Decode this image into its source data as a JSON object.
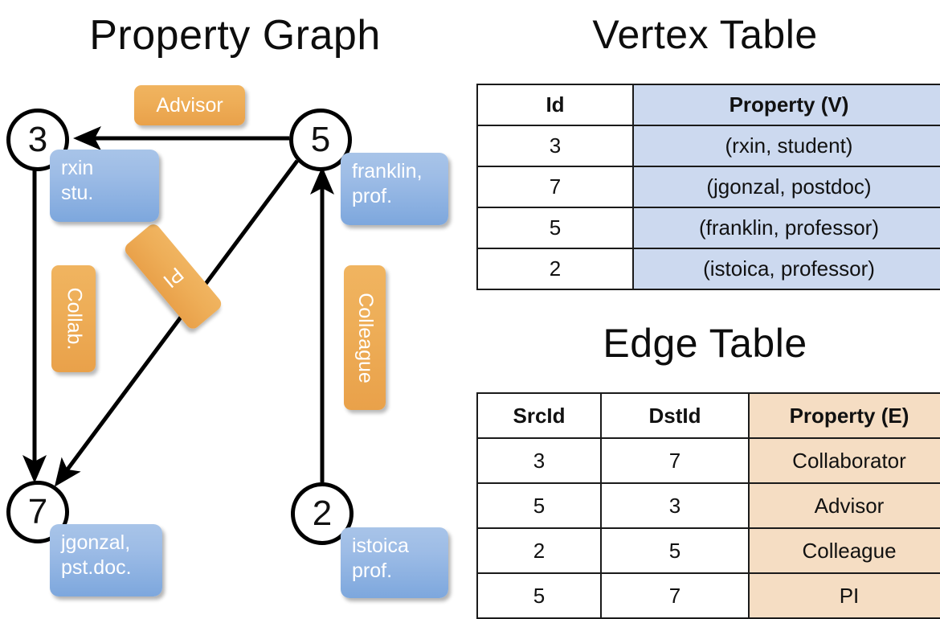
{
  "titles": {
    "property_graph": "Property Graph",
    "vertex_table": "Vertex Table",
    "edge_table": "Edge Table"
  },
  "graph": {
    "vertices": [
      {
        "id": "3",
        "property": "rxin\nstu."
      },
      {
        "id": "5",
        "property": "franklin,\nprof."
      },
      {
        "id": "7",
        "property": "jgonzal,\npst.doc."
      },
      {
        "id": "2",
        "property": "istoica\nprof."
      }
    ],
    "vertex_labels": {
      "v3_id": "3",
      "v5_id": "5",
      "v7_id": "7",
      "v2_id": "2",
      "v3_line1": "rxin",
      "v3_line2": "stu.",
      "v5_line1": "franklin,",
      "v5_line2": "prof.",
      "v7_line1": "jgonzal,",
      "v7_line2": "pst.doc.",
      "v2_line1": "istoica",
      "v2_line2": "prof."
    },
    "edge_labels": {
      "advisor": "Advisor",
      "collab": "Collab.",
      "pi": "PI",
      "colleague": "Colleague"
    },
    "edges": [
      {
        "from": "5",
        "to": "3",
        "label": "Advisor"
      },
      {
        "from": "3",
        "to": "7",
        "label": "Collab."
      },
      {
        "from": "5",
        "to": "7",
        "label": "PI"
      },
      {
        "from": "2",
        "to": "5",
        "label": "Colleague"
      }
    ]
  },
  "vertex_table": {
    "headers": [
      "Id",
      "Property (V)"
    ],
    "rows": [
      [
        "3",
        "(rxin, student)"
      ],
      [
        "7",
        "(jgonzal, postdoc)"
      ],
      [
        "5",
        "(franklin, professor)"
      ],
      [
        "2",
        "(istoica, professor)"
      ]
    ]
  },
  "edge_table": {
    "headers": [
      "SrcId",
      "DstId",
      "Property (E)"
    ],
    "rows": [
      [
        "3",
        "7",
        "Collaborator"
      ],
      [
        "5",
        "3",
        "Advisor"
      ],
      [
        "2",
        "5",
        "Colleague"
      ],
      [
        "5",
        "7",
        "PI"
      ]
    ]
  },
  "colors": {
    "vertex_property_fill": "#9dbce6",
    "edge_label_fill": "#eeae58",
    "vertex_table_highlight": "#ccd9ef",
    "edge_table_highlight": "#f5ddc3",
    "stroke": "#000000"
  }
}
